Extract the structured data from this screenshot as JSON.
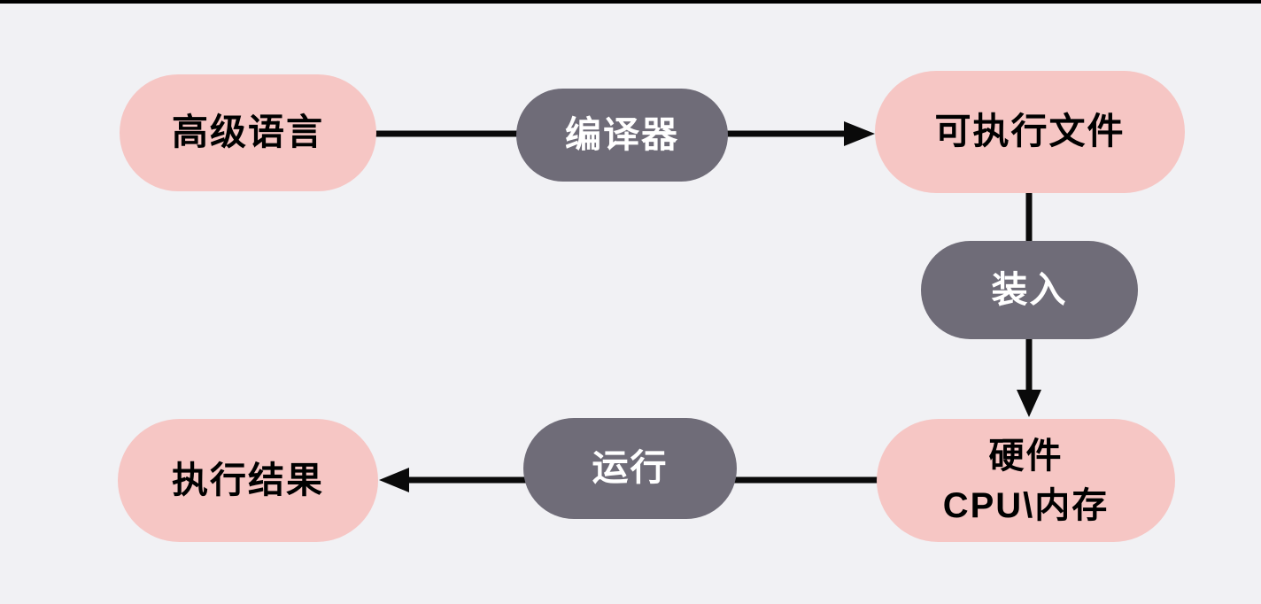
{
  "diagram": {
    "nodes": {
      "source": {
        "label": "高级语言"
      },
      "compiler": {
        "label": "编译器"
      },
      "executable": {
        "label": "可执行文件"
      },
      "load": {
        "label": "装入"
      },
      "hardware": {
        "label_line1": "硬件",
        "label_line2": "CPU\\内存"
      },
      "run": {
        "label": "运行"
      },
      "result": {
        "label": "执行结果"
      }
    },
    "edges": [
      {
        "from": "高级语言",
        "via": "编译器",
        "to": "可执行文件"
      },
      {
        "from": "可执行文件",
        "via": "装入",
        "to": "硬件 CPU\\内存"
      },
      {
        "from": "硬件 CPU\\内存",
        "via": "运行",
        "to": "执行结果"
      }
    ]
  },
  "colors": {
    "bg": "#f1f1f4",
    "node-pink": "#f6c6c4",
    "node-gray": "#6f6c78",
    "text-dark": "#000000",
    "text-light": "#ffffff",
    "arrow": "#0a0a0a",
    "top-band": "#000000"
  }
}
